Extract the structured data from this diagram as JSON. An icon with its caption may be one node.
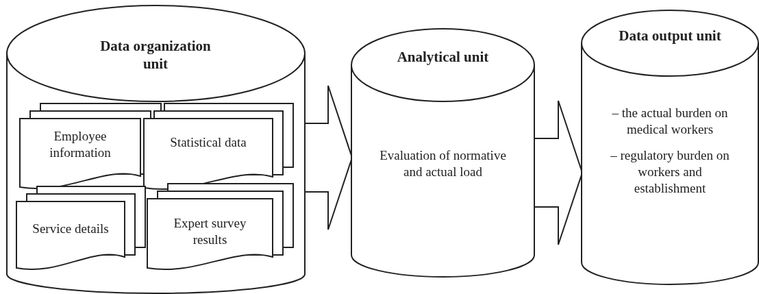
{
  "diagram": {
    "nodes": [
      {
        "text": [
          "Data organization unit"
        ]
      },
      {
        "text": [
          "Employee information"
        ],
        "in": 0
      },
      {
        "text": [
          "Statistical data"
        ],
        "in": 0
      },
      {
        "text": [
          "Service details"
        ],
        "in": 0
      },
      {
        "text": [
          "Expert survey results"
        ],
        "in": 0
      },
      {
        "text": [
          "Analytical unit",
          "Evaluation of normative and actual load"
        ]
      },
      {
        "text": [
          "Data output unit",
          "– the actual burden on medical workers",
          "– regulatory burden on workers and establishment"
        ]
      }
    ],
    "edges": [
      {
        "from": 0,
        "to": 5,
        "arrow": "to"
      },
      {
        "from": 5,
        "to": 6,
        "arrow": "to"
      }
    ]
  }
}
